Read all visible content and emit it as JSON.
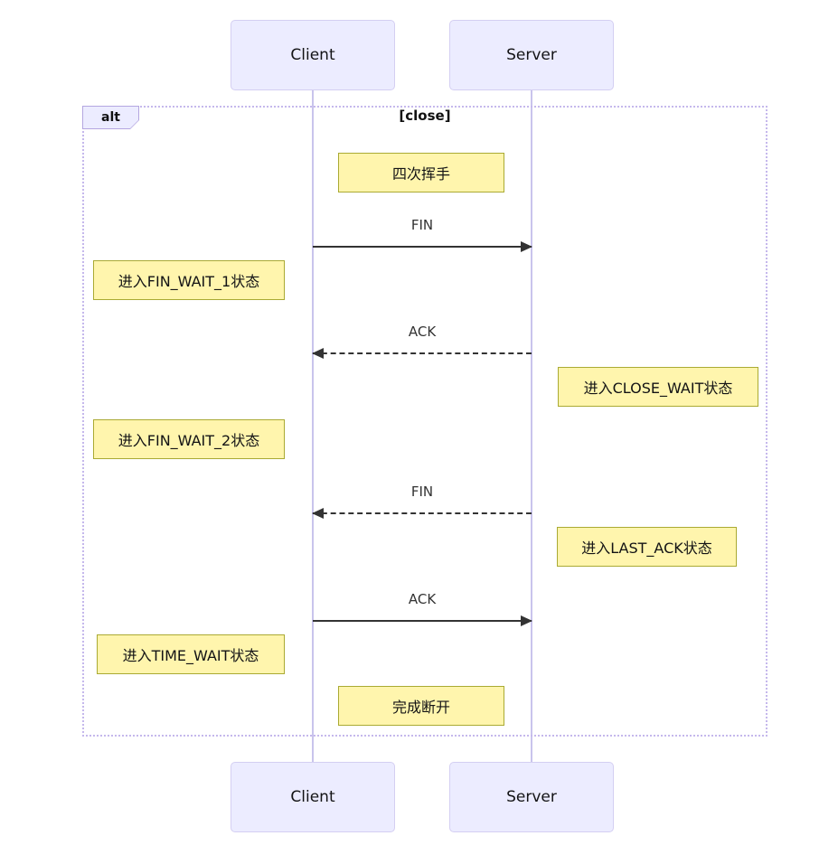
{
  "diagram_type": "sequence-diagram",
  "actors": [
    {
      "name": "Client"
    },
    {
      "name": "Server"
    }
  ],
  "frame": {
    "label": "alt",
    "condition": "[close]"
  },
  "messages": [
    {
      "label": "FIN",
      "from": "Client",
      "to": "Server",
      "line": "solid",
      "direction": "right"
    },
    {
      "label": "ACK",
      "from": "Server",
      "to": "Client",
      "line": "dashed",
      "direction": "left"
    },
    {
      "label": "FIN",
      "from": "Server",
      "to": "Client",
      "line": "dashed",
      "direction": "left"
    },
    {
      "label": "ACK",
      "from": "Client",
      "to": "Server",
      "line": "solid",
      "direction": "right"
    }
  ],
  "notes": [
    {
      "text": "四次挥手",
      "placement": "over center"
    },
    {
      "text": "进入FIN_WAIT_1状态",
      "placement": "left of Client"
    },
    {
      "text": "进入CLOSE_WAIT状态",
      "placement": "right of Server"
    },
    {
      "text": "进入FIN_WAIT_2状态",
      "placement": "left of Client"
    },
    {
      "text": "进入LAST_ACK状态",
      "placement": "right of Server"
    },
    {
      "text": "进入TIME_WAIT状态",
      "placement": "left of Client"
    },
    {
      "text": "完成断开",
      "placement": "over center"
    }
  ],
  "colors": {
    "actorFill": "#ECECFF",
    "actorBorder": "#d4cff2",
    "noteFill": "#fff5ad",
    "noteBorder": "#aaaa33",
    "lifeline": "#c9c4ec",
    "frameBorder": "#c5b8ec",
    "frameLabelBorder": "#b4a6e0",
    "arrow": "#333333"
  }
}
